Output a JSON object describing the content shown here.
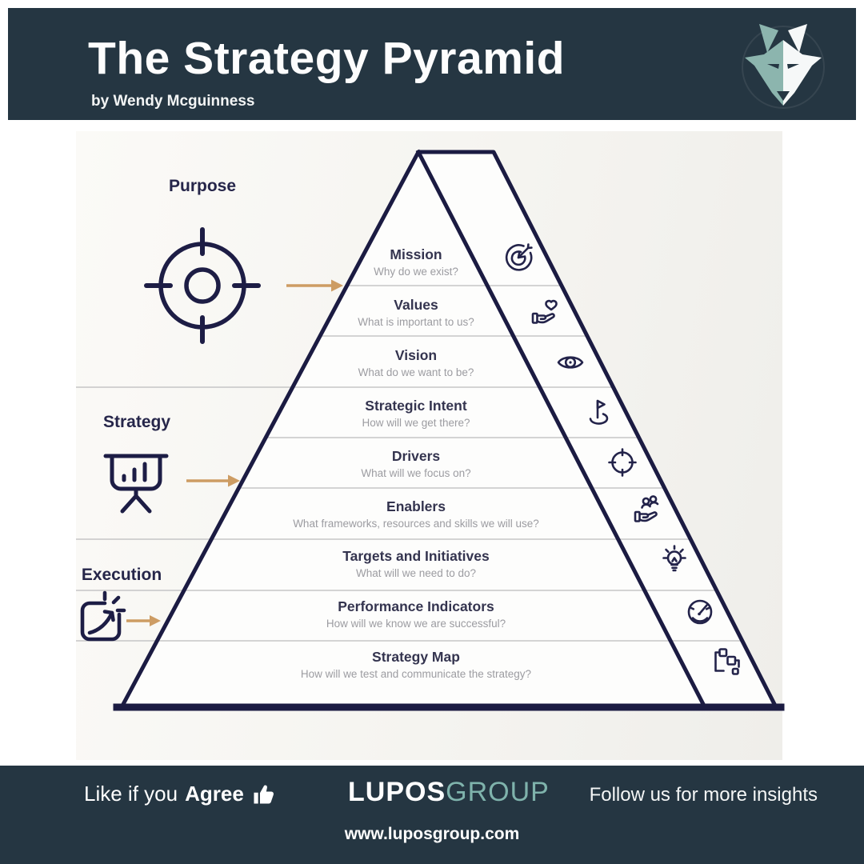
{
  "header": {
    "title": "The Strategy Pyramid",
    "byline": "by Wendy Mcguinness"
  },
  "zones": [
    {
      "label": "Purpose",
      "icon": "crosshair-target-icon"
    },
    {
      "label": "Strategy",
      "icon": "presentation-chart-icon"
    },
    {
      "label": "Execution",
      "icon": "launch-arrow-icon"
    }
  ],
  "pyramid": {
    "levels": [
      {
        "title": "Mission",
        "question": "Why do we exist?",
        "icon": "dart-target-icon"
      },
      {
        "title": "Values",
        "question": "What is important to us?",
        "icon": "hand-heart-icon"
      },
      {
        "title": "Vision",
        "question": "What do we want to be?",
        "icon": "eye-icon"
      },
      {
        "title": "Strategic Intent",
        "question": "How will we get there?",
        "icon": "golf-flag-icon"
      },
      {
        "title": "Drivers",
        "question": "What will we focus on?",
        "icon": "focus-crosshair-icon"
      },
      {
        "title": "Enablers",
        "question": "What frameworks, resources and skills we will use?",
        "icon": "hand-people-icon"
      },
      {
        "title": "Targets and Initiatives",
        "question": "What will we need to do?",
        "icon": "lightbulb-icon"
      },
      {
        "title": "Performance Indicators",
        "question": "How will we know we are successful?",
        "icon": "gauge-icon"
      },
      {
        "title": "Strategy Map",
        "question": "How will we test and communicate the strategy?",
        "icon": "flowchart-icon"
      }
    ]
  },
  "footer": {
    "like_prefix": "Like if you",
    "like_word": "Agree",
    "brand_primary": "LUPOS",
    "brand_secondary": "GROUP",
    "follow_text": "Follow us for more insights",
    "website": "www.luposgroup.com"
  },
  "colors": {
    "header_bg": "#253642",
    "outline_navy": "#1b1b42",
    "title_navy": "#34344f",
    "question_gray": "#9c9ca1",
    "arrow_tan": "#cd9c63",
    "brand_teal": "#7fb3ac",
    "wolf_teal": "#8cb5ae",
    "divider_gray": "#c6c6c6"
  }
}
